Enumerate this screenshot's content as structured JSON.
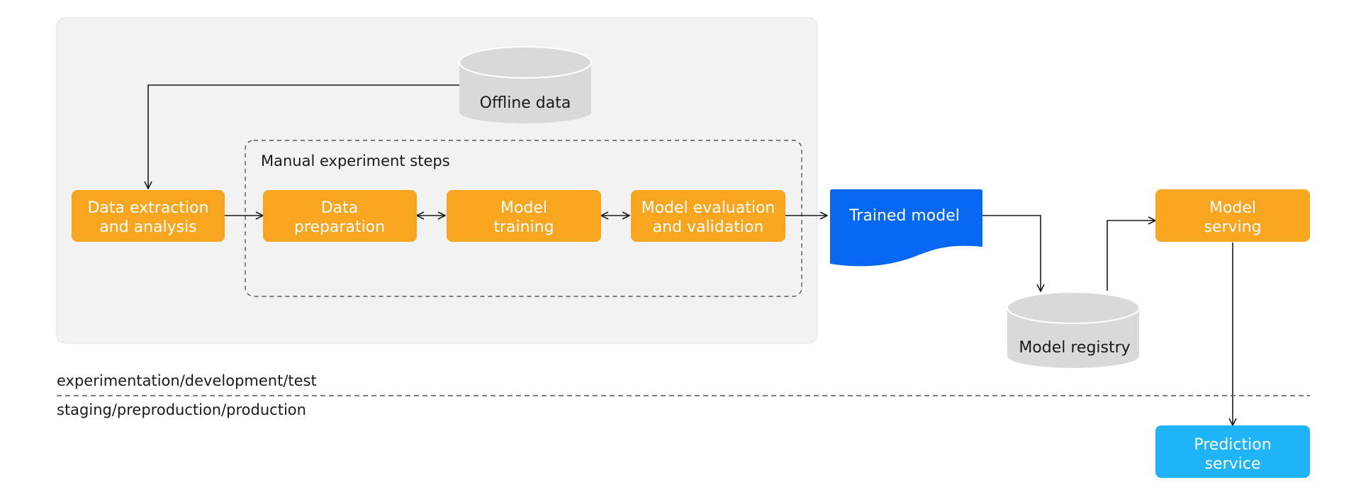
{
  "group": {
    "label": "Manual experiment steps"
  },
  "nodes": {
    "offline_data": "Offline data",
    "data_extraction": [
      "Data extraction",
      "and analysis"
    ],
    "data_preparation": [
      "Data",
      "preparation"
    ],
    "model_training": [
      "Model",
      "training"
    ],
    "model_evaluation": [
      "Model evaluation",
      "and validation"
    ],
    "trained_model": "Trained model",
    "model_registry": "Model registry",
    "model_serving": [
      "Model",
      "serving"
    ],
    "prediction_service": [
      "Prediction",
      "service"
    ]
  },
  "environments": {
    "upper": "experimentation/development/test",
    "lower": "staging/preproduction/production"
  },
  "colors": {
    "orange": "#f8a61f",
    "blue": "#0668f2",
    "light_blue": "#1fb4f8",
    "cylinder": "#d9d9d9",
    "panel": "#f2f2f2"
  }
}
